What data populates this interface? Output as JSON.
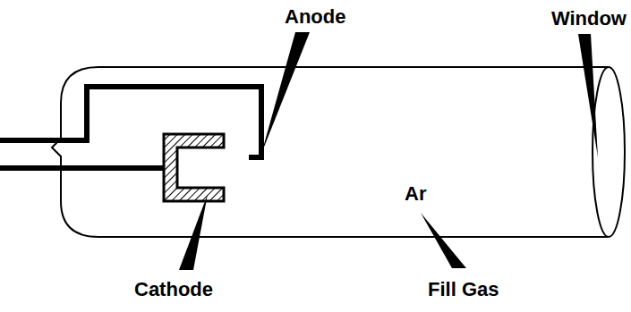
{
  "diagram": {
    "labels": [
      "Anode",
      "Window",
      "Cathode",
      "Ar",
      "Fill Gas"
    ]
  }
}
